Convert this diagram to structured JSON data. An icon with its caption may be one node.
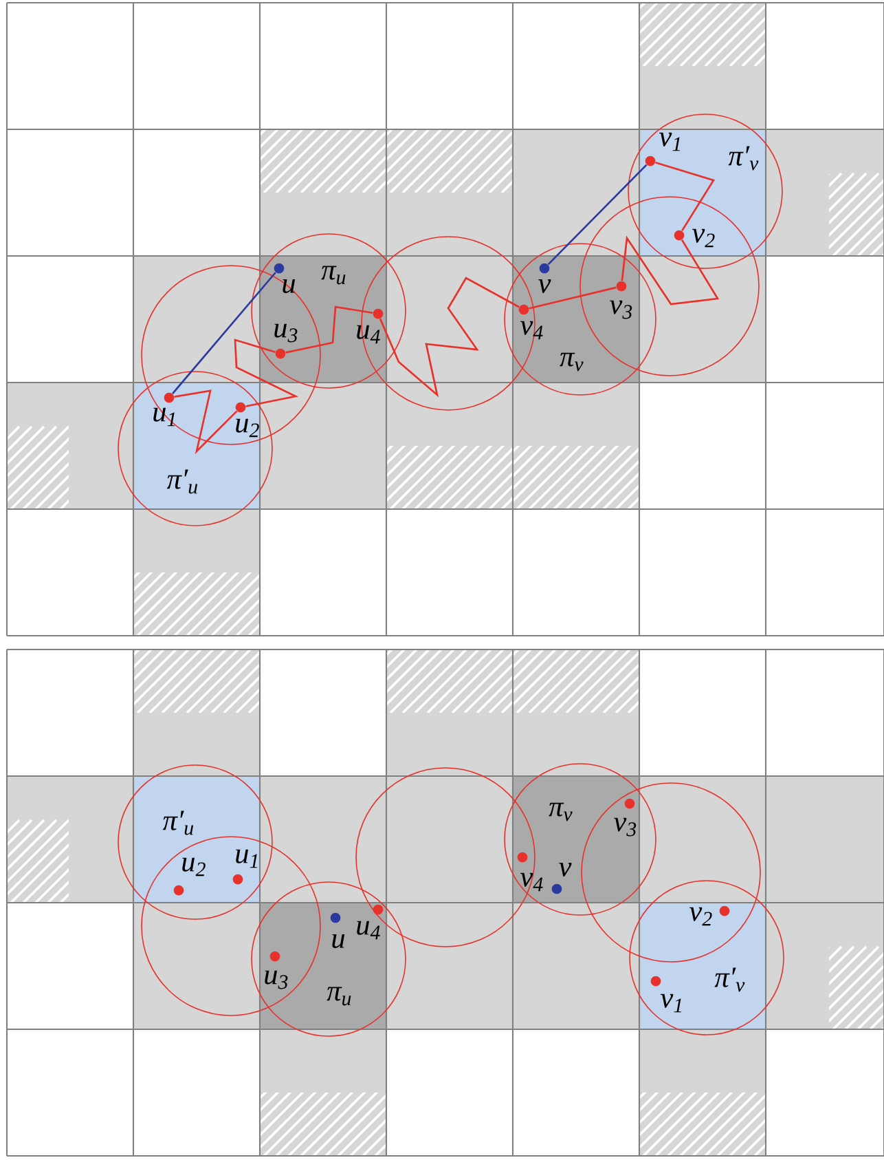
{
  "diagram": {
    "nodes": [
      {
        "text": [],
        "shape": "circle",
        "beside": [
          "u"
        ]
      },
      {
        "text": [],
        "shape": "circle",
        "beside": [
          "u$_{1}$"
        ]
      },
      {
        "text": [],
        "shape": "circle",
        "beside": [
          "u$_{2}$"
        ]
      },
      {
        "text": [],
        "shape": "circle",
        "beside": [
          "u$_{3}$"
        ]
      },
      {
        "text": [],
        "shape": "circle",
        "beside": [
          "u$_{4}$"
        ]
      },
      {
        "text": [],
        "shape": "circle",
        "beside": [
          "v"
        ]
      },
      {
        "text": [],
        "shape": "circle",
        "beside": [
          "v$_{1}$"
        ]
      },
      {
        "text": [],
        "shape": "circle",
        "beside": [
          "v$_{2}$"
        ]
      },
      {
        "text": [],
        "shape": "circle",
        "beside": [
          "v$_{3}$"
        ]
      },
      {
        "text": [],
        "shape": "circle",
        "beside": [
          "v$_{4}$"
        ]
      },
      {
        "text": [],
        "shape": "circle",
        "beside": [
          "u"
        ]
      },
      {
        "text": [],
        "shape": "circle",
        "beside": [
          "u$_{1}$"
        ]
      },
      {
        "text": [],
        "shape": "circle",
        "beside": [
          "u$_{2}$"
        ]
      },
      {
        "text": [],
        "shape": "circle",
        "beside": [
          "u$_{3}$"
        ]
      },
      {
        "text": [],
        "shape": "circle",
        "beside": [
          "u$_{4}$"
        ]
      },
      {
        "text": [],
        "shape": "circle",
        "beside": [
          "v"
        ]
      },
      {
        "text": [],
        "shape": "circle",
        "beside": [
          "v$_{1}$"
        ]
      },
      {
        "text": [],
        "shape": "circle",
        "beside": [
          "v$_{2}$"
        ]
      },
      {
        "text": [],
        "shape": "circle",
        "beside": [
          "v$_{3}$"
        ]
      },
      {
        "text": [],
        "shape": "circle",
        "beside": [
          "v$_{4}$"
        ]
      }
    ],
    "edges": [
      {
        "from": 0,
        "to": 1,
        "arrow": "none",
        "color": "#2b3a9e"
      },
      {
        "from": 5,
        "to": 6,
        "arrow": "none",
        "color": "#2b3a9e"
      },
      {
        "from": 1,
        "to": 2,
        "arrow": "none"
      },
      {
        "from": 2,
        "to": 3,
        "arrow": "none"
      },
      {
        "from": 3,
        "to": 4,
        "arrow": "none"
      },
      {
        "from": 4,
        "to": 9,
        "arrow": "none"
      },
      {
        "from": 9,
        "to": 8,
        "arrow": "none"
      },
      {
        "from": 8,
        "to": 7,
        "arrow": "none"
      },
      {
        "from": 7,
        "to": 6,
        "arrow": "none"
      }
    ],
    "labels": [
      "π′$_{v}$",
      "π$_{u}$",
      "π$_{v}$",
      "π′$_{u}$",
      "π$_{v}$",
      "π′$_{u}$",
      "π′$_{v}$",
      "π$_{u}$"
    ]
  }
}
